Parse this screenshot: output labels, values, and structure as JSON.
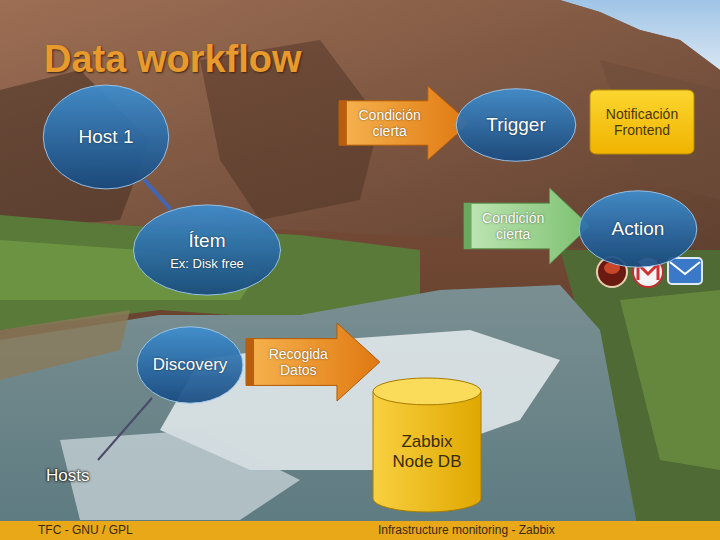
{
  "diagram": {
    "title": "Data workflow",
    "nodes": [
      {
        "text": [
          "Host 1"
        ]
      },
      {
        "text": [
          "Condición cierta"
        ]
      },
      {
        "text": [
          "Trigger"
        ]
      },
      {
        "text": [
          "Notificación Frontend"
        ]
      },
      {
        "text": [
          "Condición cierta"
        ]
      },
      {
        "text": [
          "Action"
        ]
      },
      {
        "text": [
          "Ítem",
          "Ex: Disk free"
        ]
      },
      {
        "text": [
          "Discovery"
        ]
      },
      {
        "text": [
          "Recogida Datos"
        ]
      },
      {
        "text": [
          "Zabbix Node DB"
        ]
      }
    ],
    "edges": [
      {
        "from": 0,
        "to": 6,
        "arrow": "none"
      }
    ],
    "labels": [
      "Hosts",
      "TFC - GNU / GPL",
      "Infrastructure monitoring - Zabbix"
    ]
  }
}
